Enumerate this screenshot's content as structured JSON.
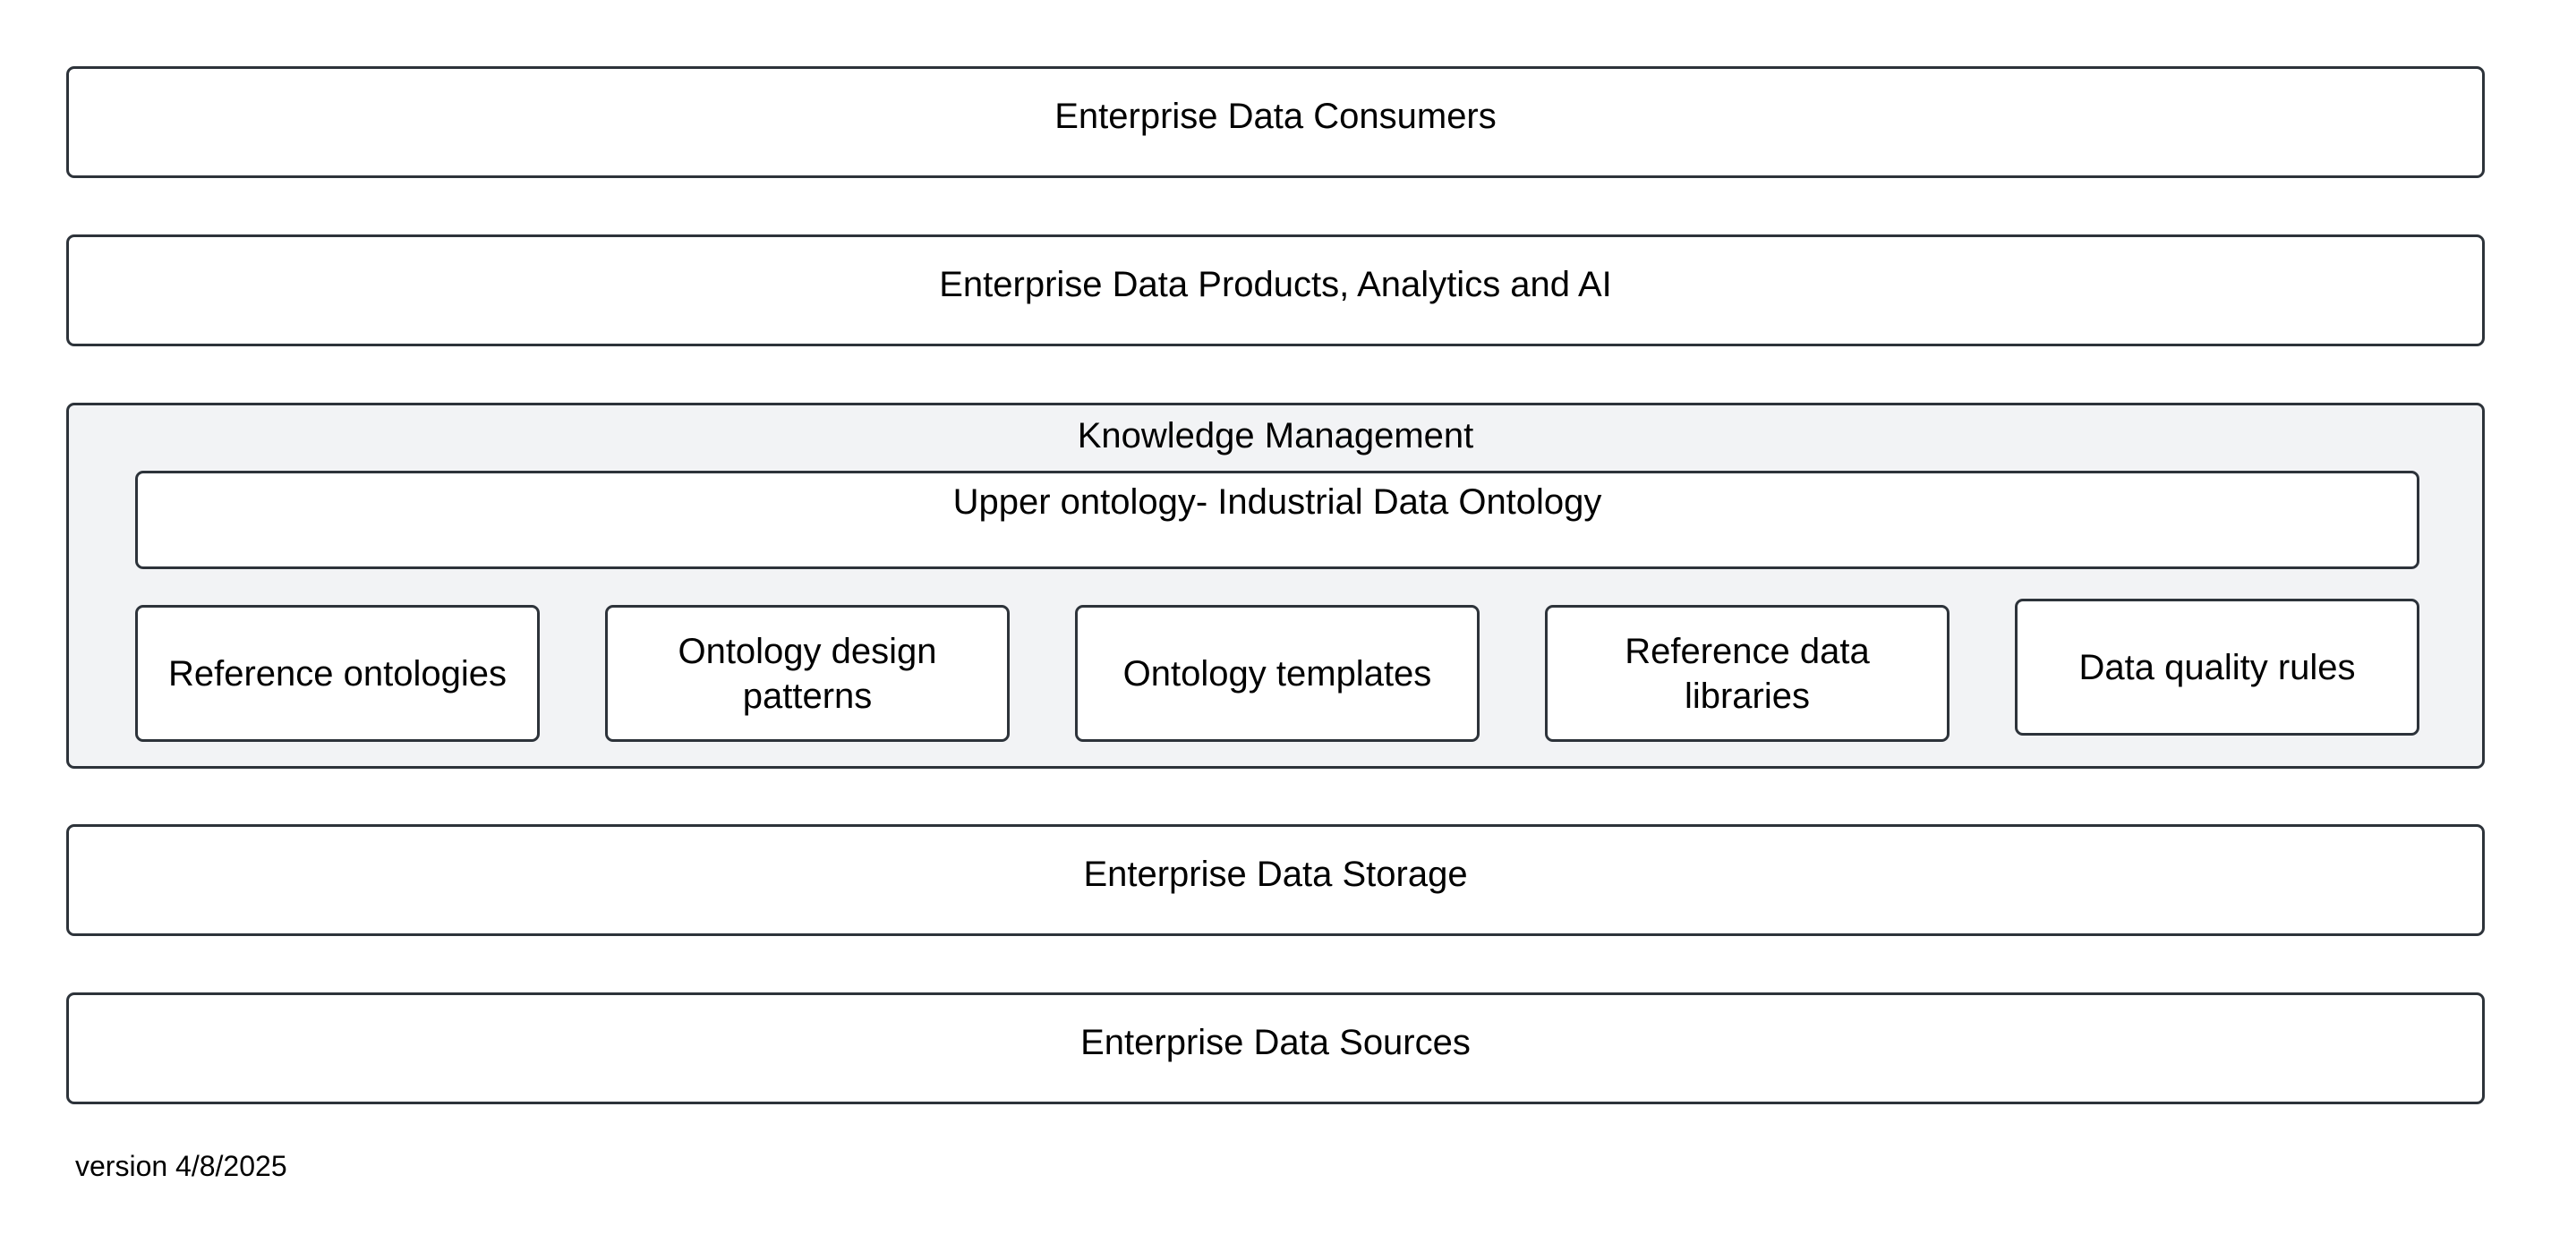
{
  "layers": {
    "consumers": "Enterprise Data Consumers",
    "products": "Enterprise Data Products, Analytics and AI",
    "storage": "Enterprise Data Storage",
    "sources": "Enterprise Data Sources"
  },
  "knowledge_management": {
    "title": "Knowledge Management",
    "upper_ontology": "Upper ontology- Industrial Data Ontology",
    "components": [
      "Reference ontologies",
      "Ontology design patterns",
      "Ontology templates",
      "Reference data libraries",
      "Data quality rules"
    ]
  },
  "footer": {
    "version": "version 4/8/2025"
  }
}
